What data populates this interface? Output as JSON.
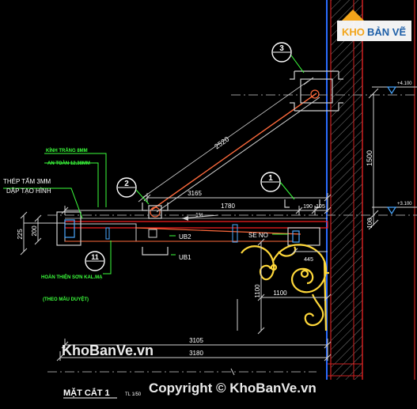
{
  "logo": {
    "text_a": "KHO",
    "text_b": "BẢN VẼ"
  },
  "watermarks": {
    "left": "KhoBanVe.vn",
    "bottom": "Copyright © KhoBanVe.vn"
  },
  "title": {
    "main": "MẶT CẮT 1",
    "scale": "TL 1/50"
  },
  "callouts": {
    "c1": "1",
    "c2": "2",
    "c3": "3",
    "c11": "11"
  },
  "dimensions": {
    "diag": "2520",
    "d3165": "3165",
    "d1780": "1780",
    "d190": "190",
    "d105": "105",
    "d1500": "1500",
    "d100r": "100",
    "d225": "225",
    "d200": "200",
    "d445": "445",
    "d1100v": "1100",
    "d1100h": "1100",
    "d3105": "3105",
    "d3180": "3180",
    "slope": "1%"
  },
  "levels": {
    "top": "+4.100",
    "mid": "+3.100"
  },
  "notes": {
    "glass1": "KÍNH TRẮNG 8MM",
    "glass2": "AN TOÀN 12.38MM",
    "steel1": "THÉP TẤM 3MM",
    "steel2": "DẬP TẠO HÌNH",
    "finish1": "HOÀN THIỆN SƠN KAL.MẠ",
    "finish2": "(THEO MẪU DUYỆT)",
    "ub2": "UB2",
    "ub1": "UB1",
    "seno": "SE NO"
  }
}
